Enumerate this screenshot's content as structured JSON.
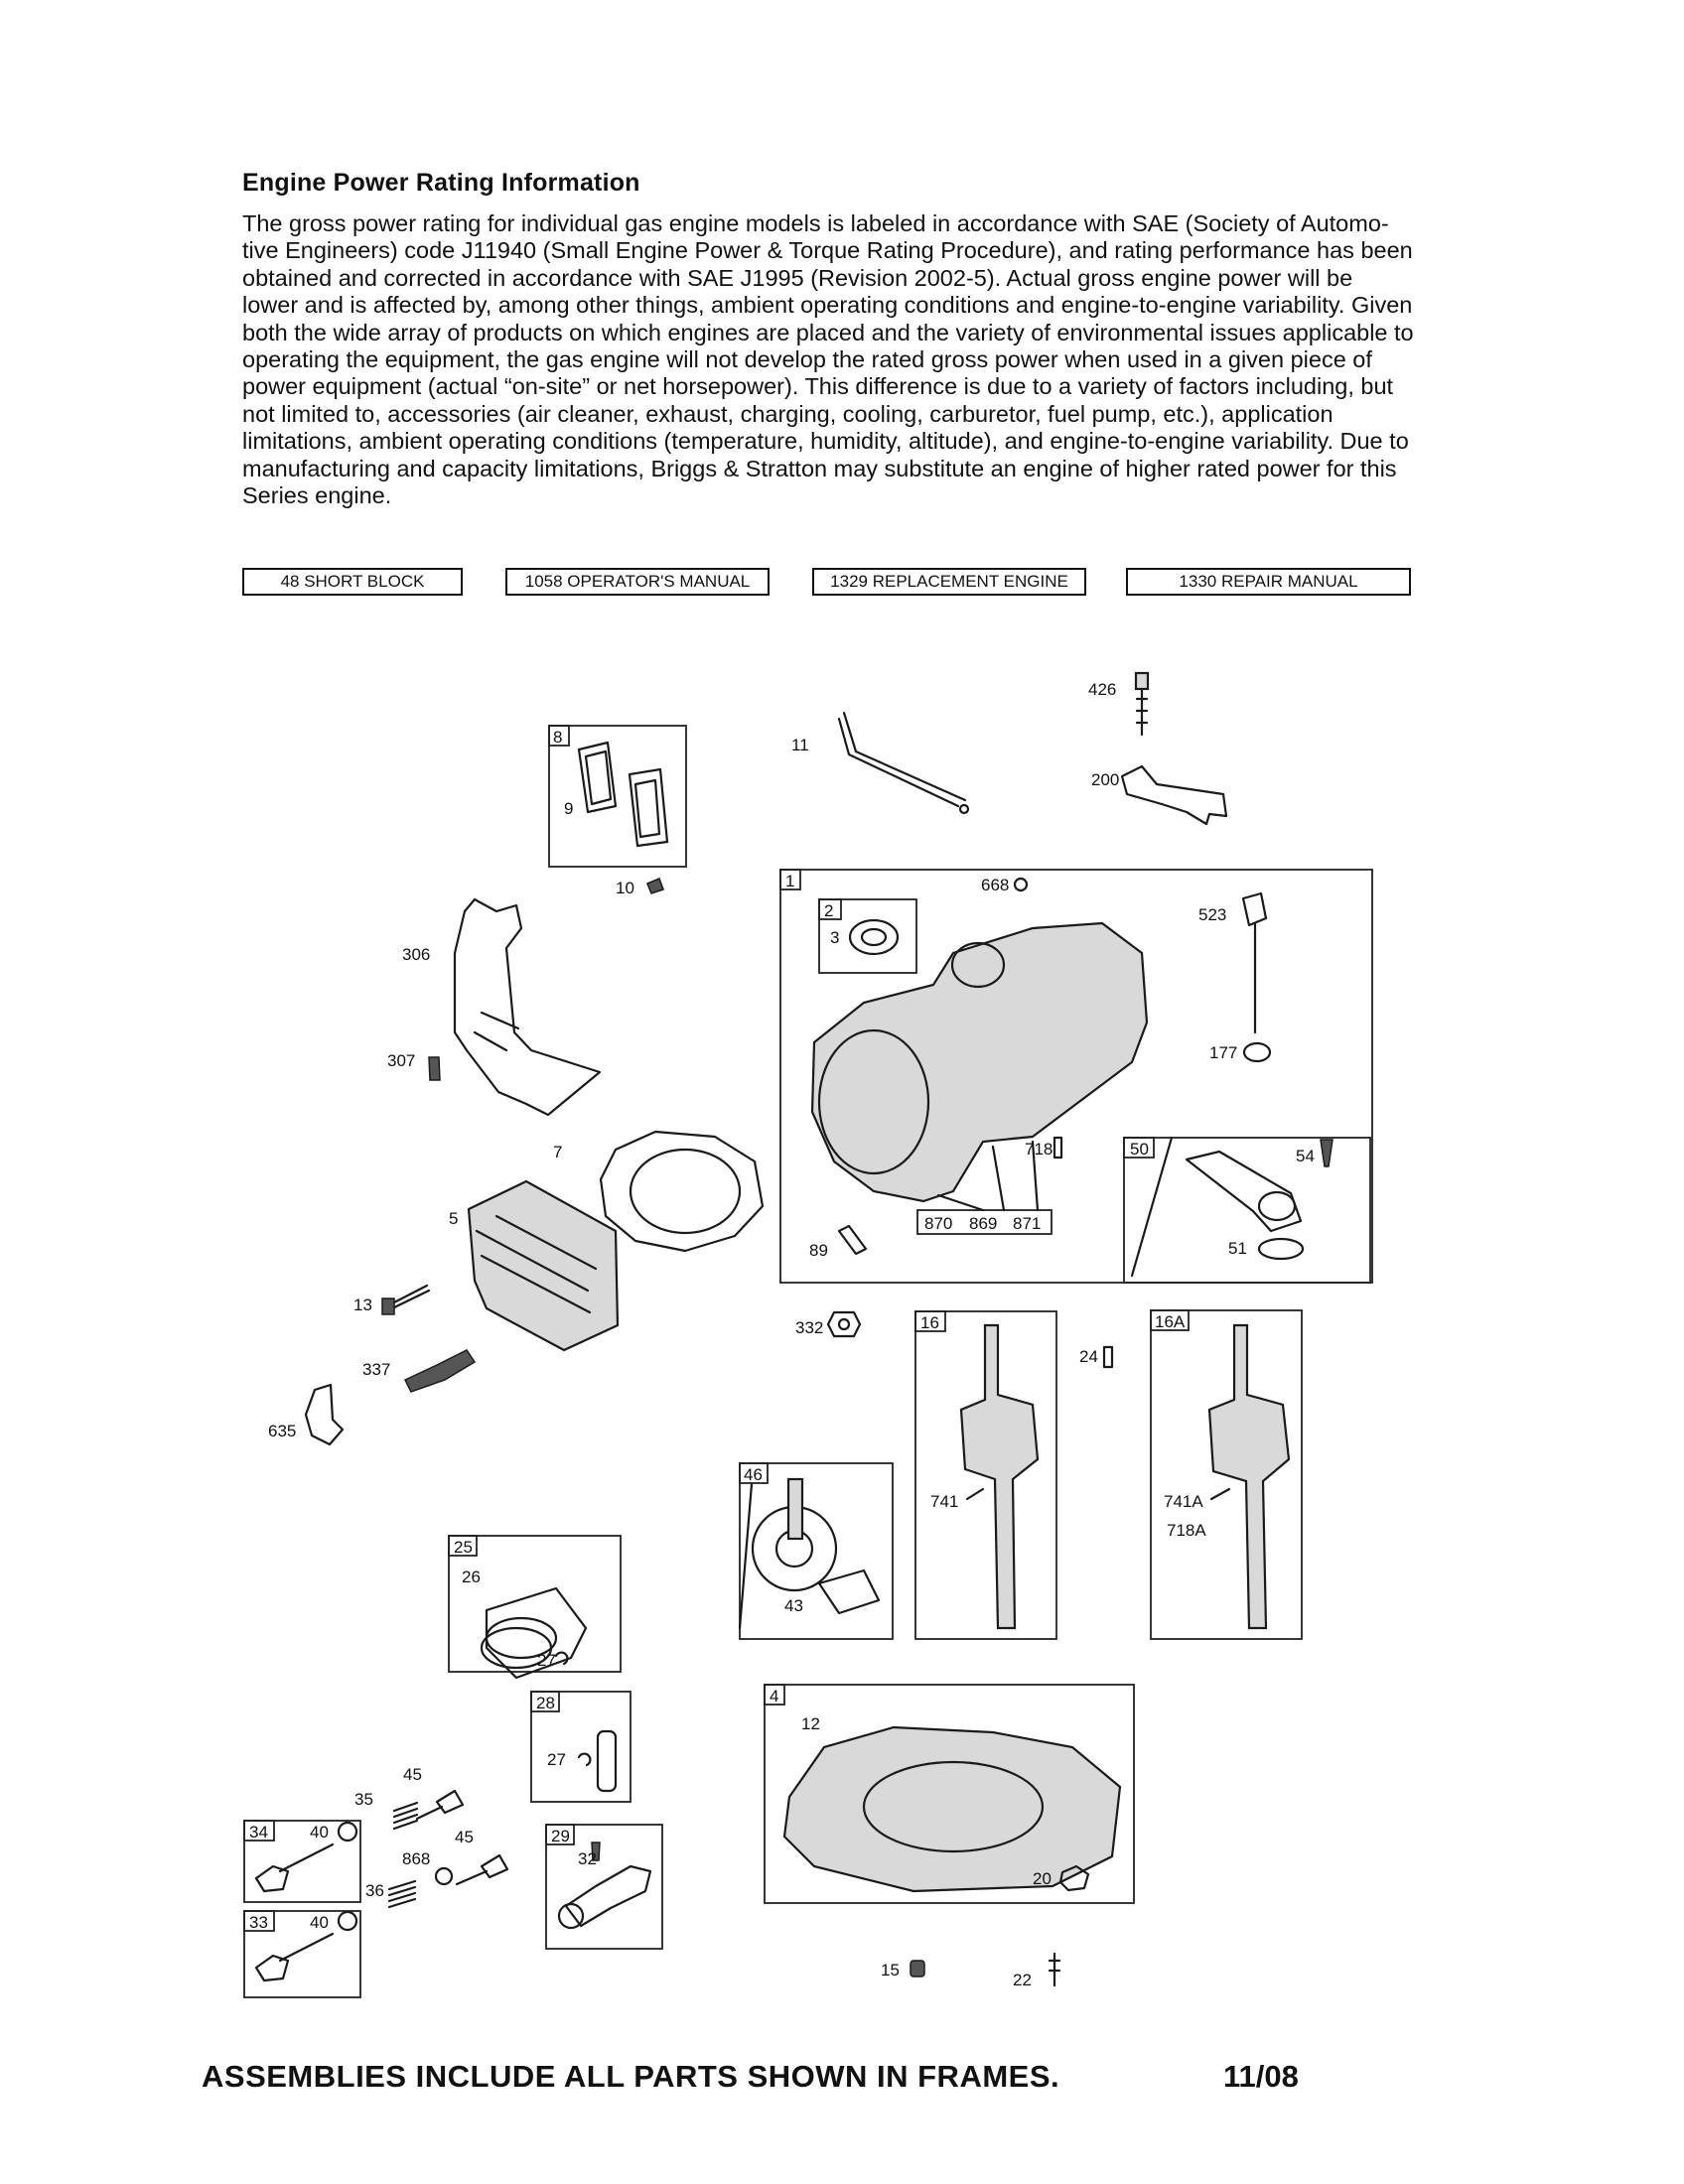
{
  "section": {
    "heading": "Engine Power Rating Information",
    "body": "The gross power rating for individual gas engine models is labeled in accordance with SAE (Society of Automo-tive Engineers) code J11940 (Small Engine Power & Torque Rating Procedure), and rating performance has been obtained and corrected in accordance with SAE J1995 (Revision 2002-5). Actual gross engine power will be lower and is affected by, among other things, ambient operating conditions and engine-to-engine variability. Given both the wide array of products on which engines are placed and the variety of environmental issues applicable to operating the equipment, the gas engine will not develop the rated gross power when used in a given piece of power equipment (actual “on-site” or net horsepower). This difference is due to a variety of factors including, but not limited to, accessories (air cleaner, exhaust, charging, cooling, carburetor, fuel pump, etc.), application limitations, ambient operating conditions (temperature, humidity, altitude), and engine-to-engine variability. Due to manufacturing and capacity limitations, Briggs & Stratton may substitute an engine of higher rated power for this Series engine."
  },
  "references": [
    "48 SHORT BLOCK",
    "1058 OPERATOR'S MANUAL",
    "1329 REPLACEMENT ENGINE",
    "1330 REPAIR MANUAL"
  ],
  "part_labels": {
    "p426": "426",
    "p11": "11",
    "p200": "200",
    "p8": "8",
    "p9": "9",
    "p10": "10",
    "p306": "306",
    "p307": "307",
    "p7": "7",
    "p5": "5",
    "p13": "13",
    "p337": "337",
    "p635": "635",
    "p1": "1",
    "p2": "2",
    "p3": "3",
    "p668": "668",
    "p523": "523",
    "p177": "177",
    "p718": "718",
    "p50": "50",
    "p54": "54",
    "p51": "51",
    "p870": "870",
    "p869": "869",
    "p871": "871",
    "p89": "89",
    "p332": "332",
    "p16": "16",
    "p24": "24",
    "p16A": "16A",
    "p741": "741",
    "p741A": "741A",
    "p718A": "718A",
    "p46": "46",
    "p43": "43",
    "p25": "25",
    "p26": "26",
    "p27a": "27",
    "p28": "28",
    "p27b": "27",
    "p4": "4",
    "p12": "12",
    "p20": "20",
    "p15": "15",
    "p22": "22",
    "p45a": "45",
    "p35": "35",
    "p34": "34",
    "p40a": "40",
    "p45b": "45",
    "p868": "868",
    "p36": "36",
    "p29": "29",
    "p32": "32",
    "p33": "33",
    "p40b": "40"
  },
  "footer": {
    "note": "ASSEMBLIES INCLUDE ALL PARTS SHOWN IN FRAMES.",
    "date": "11/08"
  }
}
